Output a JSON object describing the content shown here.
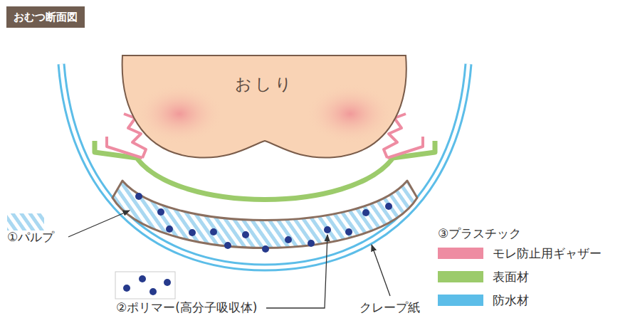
{
  "diagram": {
    "title": "おむつ断面図",
    "nodes": [
      {
        "text": [
          "おしり"
        ]
      }
    ],
    "labels": [
      "①パルプ",
      "②ポリマー(高分子吸収体)",
      "クレープ紙",
      "③プラスチック"
    ],
    "legend": [
      {
        "text": "モレ防止用ギャザー",
        "color": "#ee8ca2"
      },
      {
        "text": "表面材",
        "color": "#9ccb6b"
      },
      {
        "text": "防水材",
        "color": "#5cbde8"
      }
    ]
  }
}
